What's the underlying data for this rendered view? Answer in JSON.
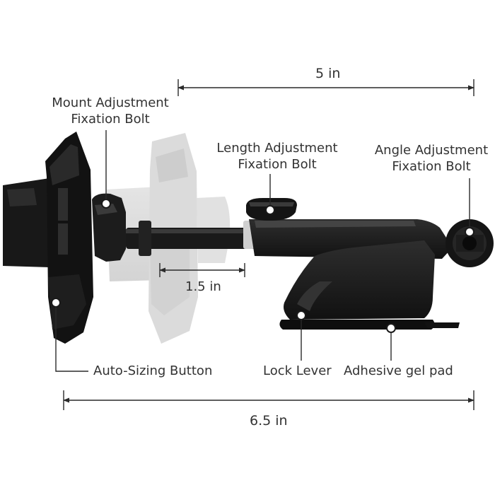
{
  "dimensions": {
    "top_width": "5 in",
    "extension": "1.5 in",
    "total_width": "6.5 in"
  },
  "callouts": {
    "mount_bolt": [
      "Mount Adjustment",
      "Fixation Bolt"
    ],
    "length_bolt": [
      "Length Adjustment",
      "Fixation Bolt"
    ],
    "angle_bolt": [
      "Angle Adjustment",
      "Fixation Bolt"
    ],
    "auto_sizing": "Auto-Sizing Button",
    "lock_lever": "Lock Lever",
    "gel_pad": "Adhesive gel pad"
  },
  "colors": {
    "body": "#1c1c1c",
    "body_dark": "#0c0c0c",
    "ghost": "#d2d2d2",
    "text": "#333333",
    "line": "#2a2a2a"
  }
}
